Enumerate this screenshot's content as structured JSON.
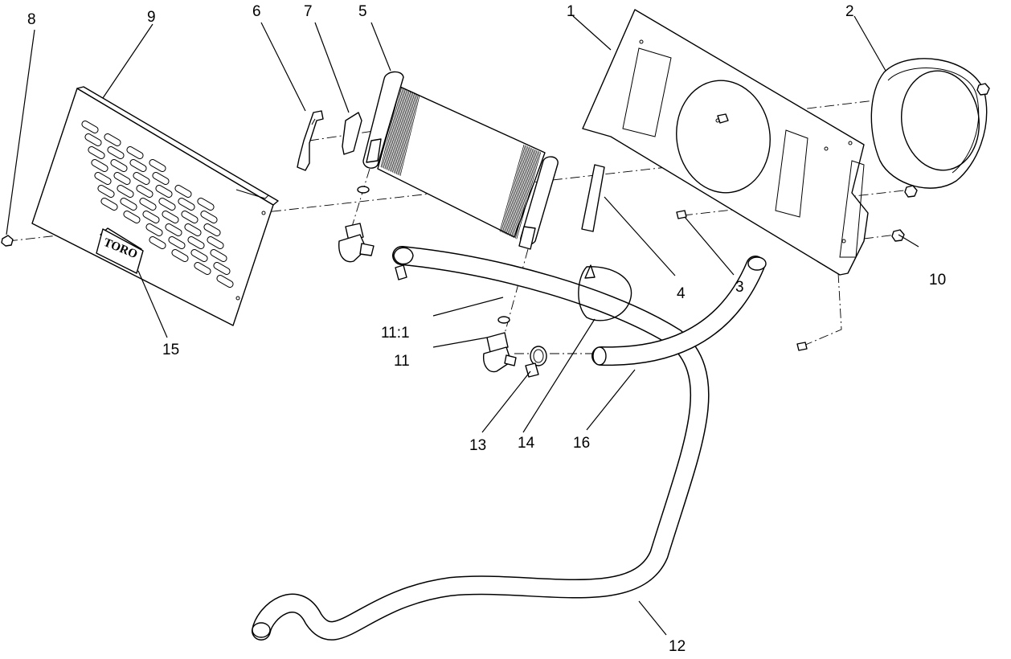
{
  "logo_text": "TORO",
  "callouts": {
    "c1": "1",
    "c2": "2",
    "c3": "3",
    "c4": "4",
    "c5": "5",
    "c6": "6",
    "c7": "7",
    "c8": "8",
    "c9": "9",
    "c10": "10",
    "c11": "11",
    "c11_1": "11:1",
    "c12": "12",
    "c13": "13",
    "c14": "14",
    "c15": "15",
    "c16": "16"
  }
}
